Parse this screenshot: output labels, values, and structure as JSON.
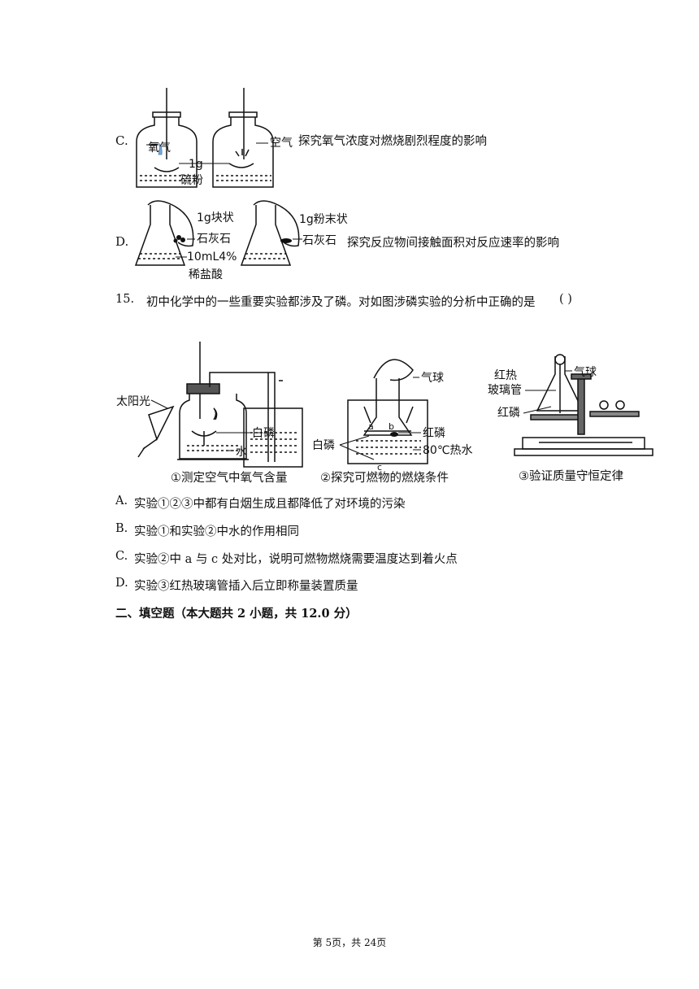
{
  "options_top": {
    "c": {
      "letter": "C.",
      "labels": {
        "oxygen": "氧气",
        "mass": "1g",
        "sulfur": "硫粉",
        "air": "空气"
      },
      "purpose": "探究氧气浓度对燃烧剧烈程度的影响"
    },
    "d": {
      "letter": "D.",
      "labels": {
        "lump": "1g块状",
        "limestone_1": "石灰石",
        "acid_vol": "10mL4%",
        "acid": "稀盐酸",
        "powder": "1g粉末状",
        "limestone_2": "石灰石"
      },
      "purpose": "探究反应物间接触面积对反应速率的影响"
    }
  },
  "question": {
    "number": "15.",
    "stem": "初中化学中的一些重要实验都涉及了磷。对如图涉磷实验的分析中正确的是",
    "paren": "(    )"
  },
  "figure": {
    "exp1": {
      "sunlight": "太阳光",
      "white_p": "白磷",
      "water": "水",
      "caption": "①测定空气中氧气含量"
    },
    "exp2": {
      "balloon": "气球",
      "a": "a",
      "b": "b",
      "c": "c",
      "red_p": "红磷",
      "white_p": "白磷",
      "hot_water": "80℃热水",
      "caption": "②探究可燃物的燃烧条件"
    },
    "exp3": {
      "balloon": "气球",
      "red_hot_1": "红热",
      "red_hot_2": "玻璃管",
      "red_p": "红磷",
      "caption": "③验证质量守恒定律"
    }
  },
  "answers": [
    {
      "letter": "A.",
      "text": "实验①②③中都有白烟生成且都降低了对环境的污染"
    },
    {
      "letter": "B.",
      "text": "实验①和实验②中水的作用相同"
    },
    {
      "letter": "C.",
      "text": "实验②中 a 与 c 处对比，说明可燃物燃烧需要温度达到着火点"
    },
    {
      "letter": "D.",
      "text": "实验③红热玻璃管插入后立即称量装置质量"
    }
  ],
  "section": {
    "title_prefix": "二、填空题（本大题共 2 小题，共 12.0 分）"
  },
  "footer": {
    "text": "第 5页，共 24页"
  }
}
